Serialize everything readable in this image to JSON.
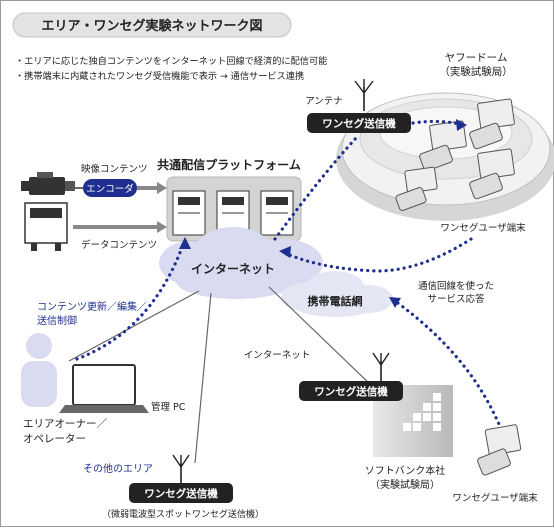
{
  "title": "エリア・ワンセグ実験ネットワーク図",
  "notes": [
    "・エリアに応じた独自コンテンツをインターネット回線で経済的に配信可能",
    "・携帯端末に内蔵されたワンセグ受信機能で表示 → 通信サービス連携"
  ],
  "dome": {
    "title": "ヤフードーム",
    "subtitle": "（実験試験局）"
  },
  "antenna_label": "アンテナ",
  "transmitter_label": "ワンセグ送信機",
  "platform_label": "共通配信プラットフォーム",
  "video_contents": "映像コンテンツ",
  "encoder": "エンコーダ",
  "data_contents": "データコンテンツ",
  "internet_cloud": "インターネット",
  "internet_line": "インターネット",
  "mobile_network": "携帯電話網",
  "user_terminal_top": "ワンセグユーザ端末",
  "comm_line_service": [
    "通信回線を使った",
    "サービス応答"
  ],
  "content_update": [
    "コンテンツ更新／編集／",
    "送信制御"
  ],
  "admin_pc": "管理 PC",
  "area_owner": [
    "エリアオーナー／",
    "オペレーター"
  ],
  "other_area": "その他のエリア",
  "weak_radio": "（微弱電波型スポットワンセグ送信機）",
  "softbank": {
    "title": "ソフトバンク本社",
    "subtitle": "（実験試験局）"
  },
  "user_terminal_bottom": "ワンセグユーザ端末",
  "colors": {
    "navy": "#1f2f8f",
    "cloud": "#d9dcf1",
    "gray": "#cfcfcf",
    "dark": "#222222"
  }
}
